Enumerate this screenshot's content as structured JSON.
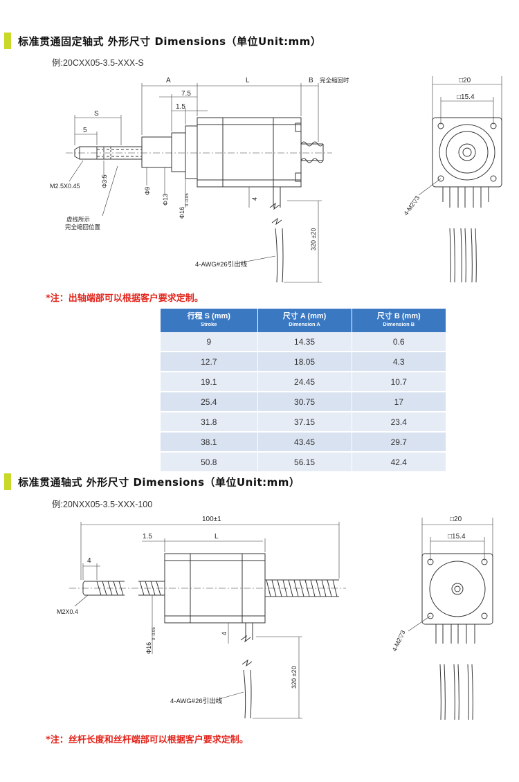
{
  "section1": {
    "title": "标准贯通固定轴式 外形尺寸 Dimensions（单位Unit:mm）",
    "example": "例:20CXX05-3.5-XXX-S",
    "labels": {
      "A": "A",
      "L": "L",
      "B": "B",
      "B_note": "完全缩回时",
      "d75": "7.5",
      "d15": "1.5",
      "S": "S",
      "d5": "5",
      "m25": "M2.5X0.45",
      "phi35": "Φ3.5",
      "phi9": "Φ9",
      "phi13": "Φ13",
      "phi16": "Φ16",
      "phi16_tol": "0\n-0.05",
      "d4": "4",
      "dashed_note1": "虚线所示",
      "dashed_note2": "完全缩回位置",
      "lead_len": "320 ±20",
      "wire": "4-AWG#26引出线",
      "sq20": "□20",
      "sq154": "□15.4",
      "holes": "4-M2▽3"
    },
    "note": "*注：出轴端部可以根据客户要求定制。"
  },
  "table": {
    "headers": [
      {
        "main": "行程 S (mm)",
        "sub": "Stroke"
      },
      {
        "main": "尺寸 A (mm)",
        "sub": "Dimension A"
      },
      {
        "main": "尺寸 B (mm)",
        "sub": "Dimension B"
      }
    ],
    "rows": [
      [
        "9",
        "14.35",
        "0.6"
      ],
      [
        "12.7",
        "18.05",
        "4.3"
      ],
      [
        "19.1",
        "24.45",
        "10.7"
      ],
      [
        "25.4",
        "30.75",
        "17"
      ],
      [
        "31.8",
        "37.15",
        "23.4"
      ],
      [
        "38.1",
        "43.45",
        "29.7"
      ],
      [
        "50.8",
        "56.15",
        "42.4"
      ]
    ]
  },
  "section2": {
    "title": "标准贯通轴式 外形尺寸 Dimensions（单位Unit:mm）",
    "example": "例:20NXX05-3.5-XXX-100",
    "labels": {
      "total": "100±1",
      "d15": "1.5",
      "L": "L",
      "d4a": "4",
      "m2": "M2X0.4",
      "phi16": "Φ16",
      "phi16_tol": "0\n-0.05",
      "d4b": "4",
      "lead_len": "320 ±20",
      "wire": "4-AWG#26引出线",
      "sq20": "□20",
      "sq154": "□15.4",
      "holes": "4-M2▽3"
    },
    "note": "*注：丝杆长度和丝杆端部可以根据客户要求定制。"
  },
  "colors": {
    "accent_bar": "#c9d92a",
    "table_header": "#3a78c2",
    "note": "#e2231a"
  }
}
